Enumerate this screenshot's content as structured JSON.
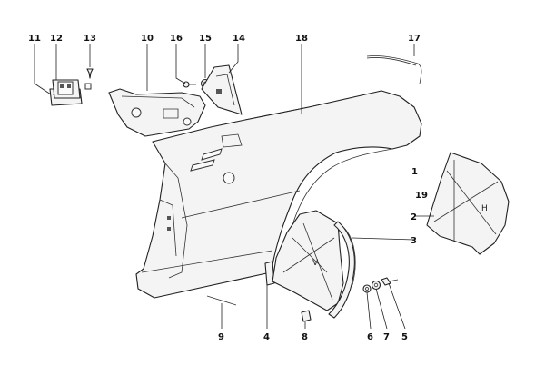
{
  "diagram": {
    "callouts": [
      {
        "id": "c11",
        "text": "11"
      },
      {
        "id": "c12",
        "text": "12"
      },
      {
        "id": "c13",
        "text": "13"
      },
      {
        "id": "c10",
        "text": "10"
      },
      {
        "id": "c16",
        "text": "16"
      },
      {
        "id": "c15",
        "text": "15"
      },
      {
        "id": "c14",
        "text": "14"
      },
      {
        "id": "c18",
        "text": "18"
      },
      {
        "id": "c17",
        "text": "17"
      },
      {
        "id": "c1",
        "text": "1"
      },
      {
        "id": "c19",
        "text": "19"
      },
      {
        "id": "c2",
        "text": "2"
      },
      {
        "id": "c3",
        "text": "3"
      },
      {
        "id": "c9",
        "text": "9"
      },
      {
        "id": "c4",
        "text": "4"
      },
      {
        "id": "c8",
        "text": "8"
      },
      {
        "id": "c6",
        "text": "6"
      },
      {
        "id": "c7",
        "text": "7"
      },
      {
        "id": "c5",
        "text": "5"
      }
    ],
    "panel_letters": {
      "front_liner": "V",
      "rear_liner": "H"
    }
  }
}
